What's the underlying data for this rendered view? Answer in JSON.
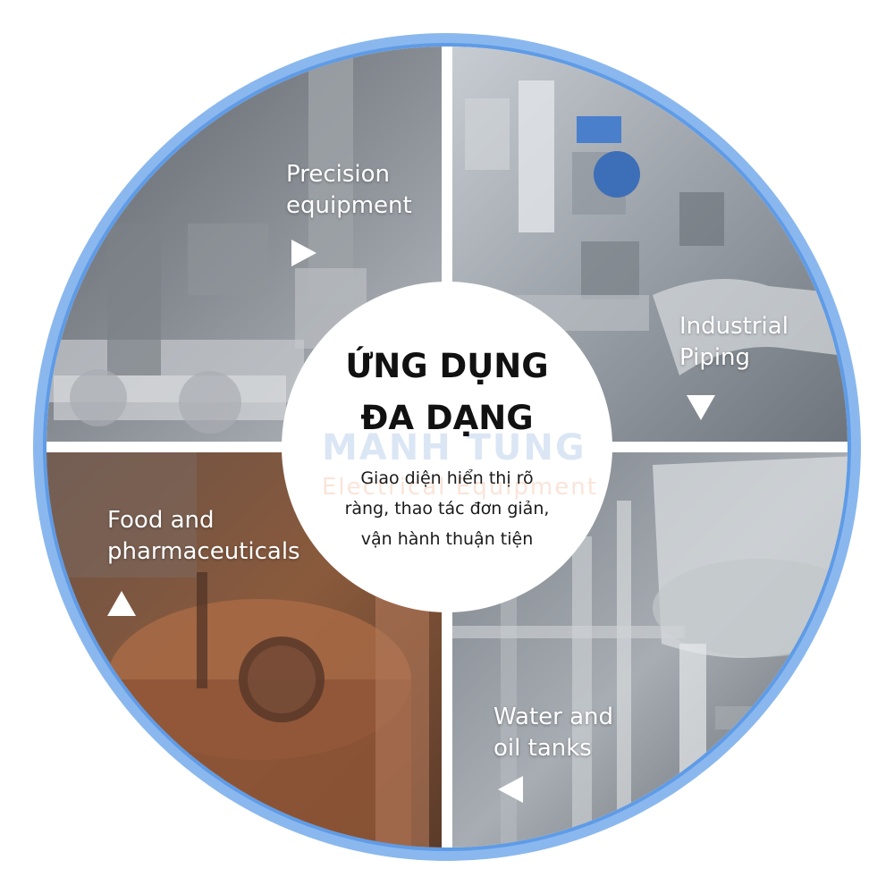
{
  "colors": {
    "ring_outer": "#8ab8ee",
    "ring_inner": "#5f9be6",
    "center_fill": "#ffffff",
    "title_text": "#111111",
    "label_text": "#ffffff"
  },
  "center": {
    "title_line1": "ỨNG DỤNG",
    "title_line2": "ĐA DẠNG",
    "subtitle_line1": "Giao diện hiển thị rõ",
    "subtitle_line2": "ràng, thao tác đơn giản,",
    "subtitle_line3": "vận hành thuận tiện"
  },
  "watermark": {
    "line1": "MANH TUNG",
    "line2": "Electrical Equipment"
  },
  "quadrants": {
    "top_left": {
      "line1": "Precision",
      "line2": "equipment",
      "arrow": "right-arrow-icon"
    },
    "top_right": {
      "line1": "Industrial",
      "line2": "Piping",
      "arrow": "down-arrow-icon"
    },
    "bottom_left": {
      "line1": "Food and",
      "line2": "pharmaceuticals",
      "arrow": "up-arrow-icon"
    },
    "bottom_right": {
      "line1": "Water and",
      "line2": "oil tanks",
      "arrow": "left-arrow-icon"
    }
  }
}
